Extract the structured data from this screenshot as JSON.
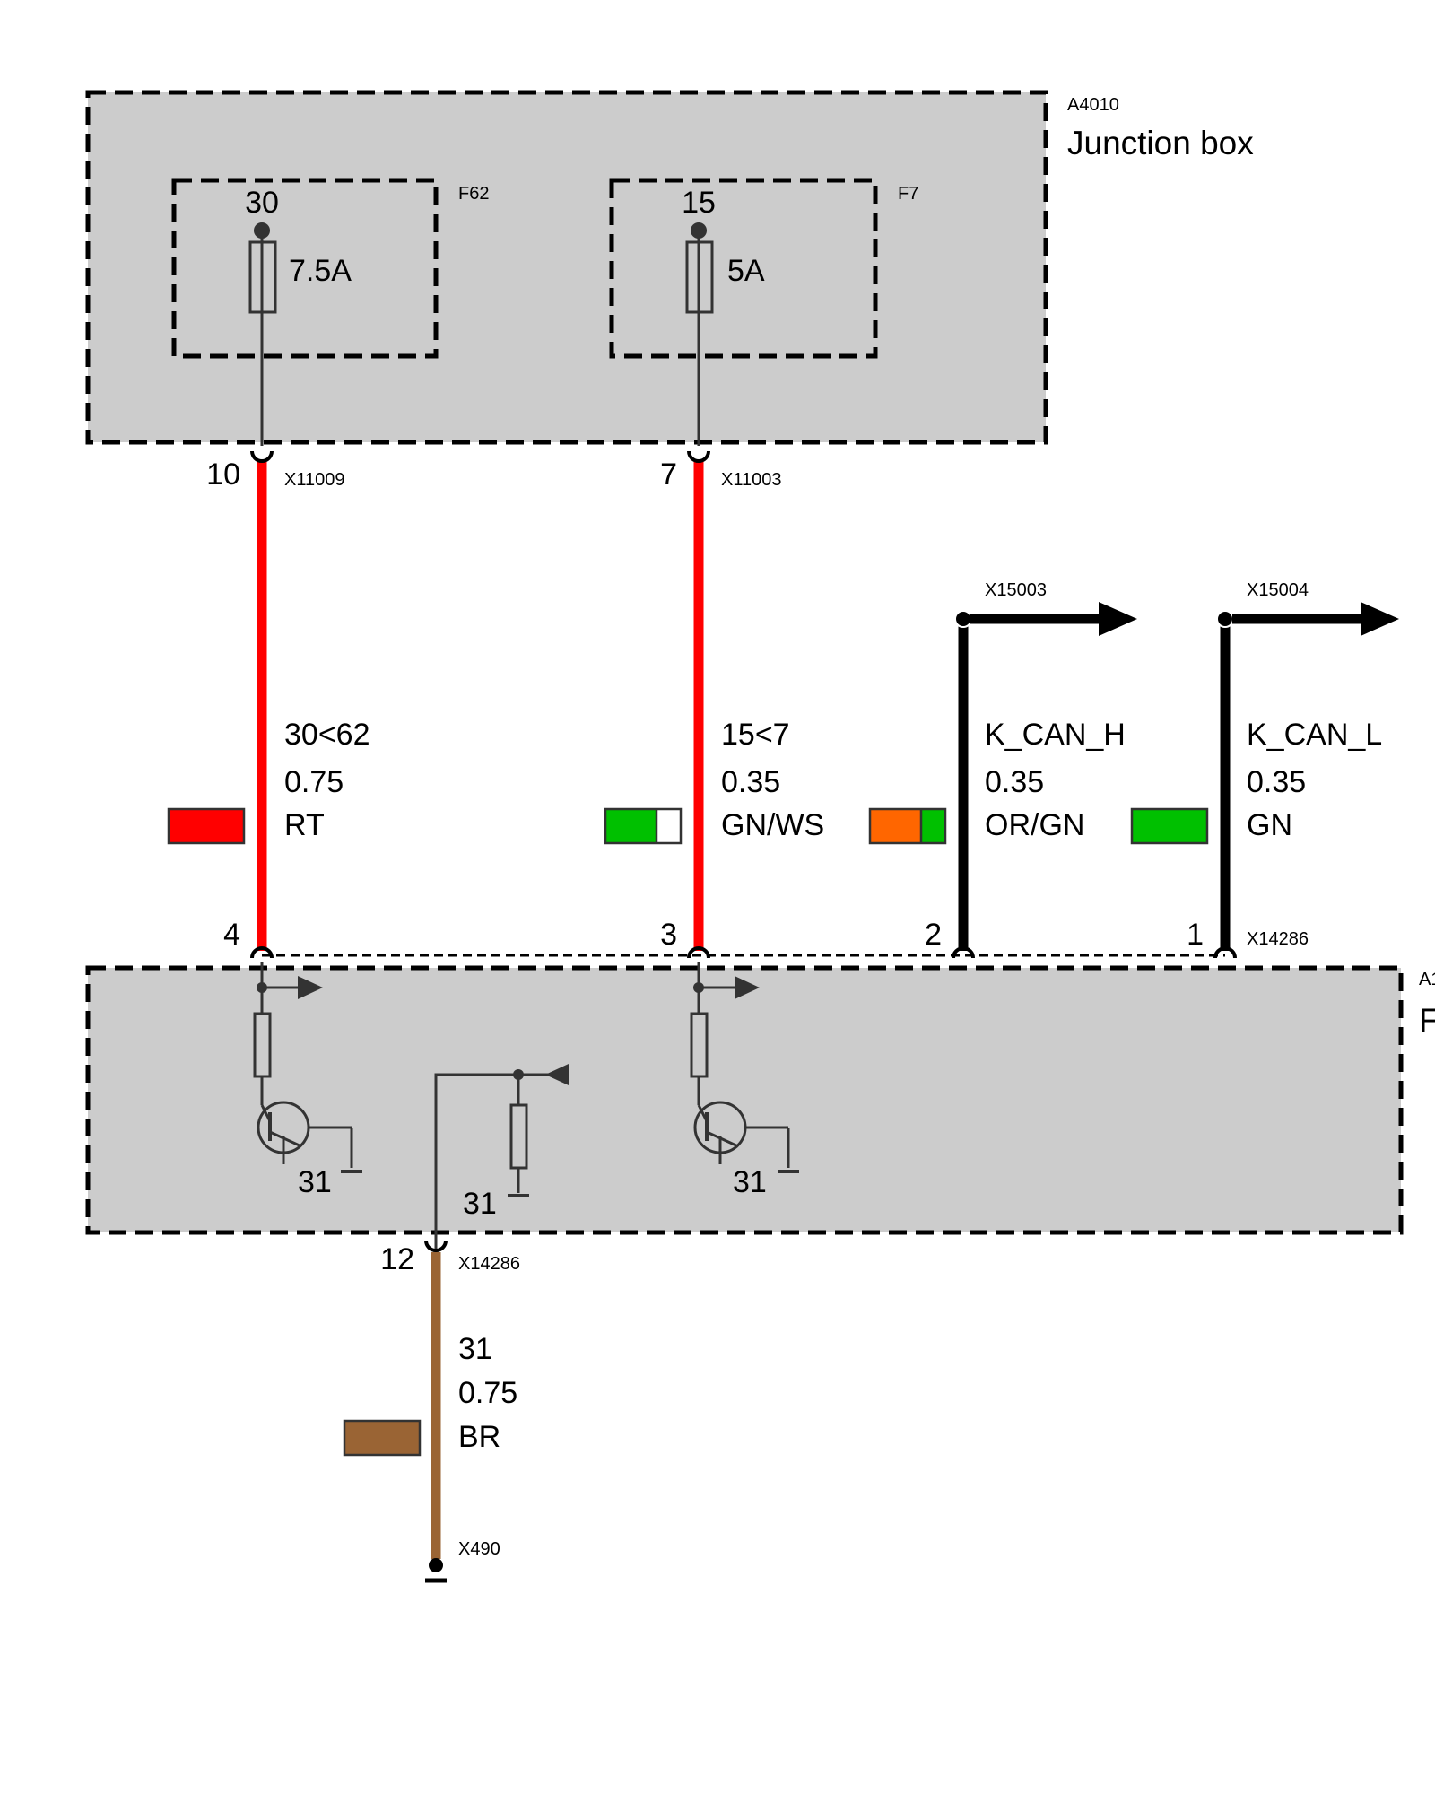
{
  "junction_box": {
    "id": "A4010",
    "name": "Junction box",
    "fuses": [
      {
        "id": "F62",
        "terminal": "30",
        "rating": "7.5A"
      },
      {
        "id": "F7",
        "terminal": "15",
        "rating": "5A"
      }
    ],
    "pins": [
      {
        "pin": "10",
        "connector": "X11009"
      },
      {
        "pin": "7",
        "connector": "X11003"
      }
    ]
  },
  "module": {
    "id": "A1",
    "name": "F",
    "connector": "X14286",
    "pins": [
      "4",
      "3",
      "2",
      "1"
    ],
    "ground_pin": {
      "pin": "12",
      "connector": "X14286"
    },
    "ground_labels": [
      "31",
      "31",
      "31"
    ]
  },
  "wires": [
    {
      "signal": "30<62",
      "gauge": "0.75",
      "color_code": "RT",
      "swatch": [
        "#ff0000"
      ],
      "wire_color": "#ff0000"
    },
    {
      "signal": "15<7",
      "gauge": "0.35",
      "color_code": "GN/WS",
      "swatch": [
        "#00c000",
        "#ffffff"
      ],
      "wire_color": "#ff0000"
    },
    {
      "signal": "K_CAN_H",
      "gauge": "0.35",
      "color_code": "OR/GN",
      "swatch": [
        "#ff6600",
        "#00c000"
      ],
      "wire_color": "#000000",
      "connector": "X15003"
    },
    {
      "signal": "K_CAN_L",
      "gauge": "0.35",
      "color_code": "GN",
      "swatch": [
        "#00c000"
      ],
      "wire_color": "#000000",
      "connector": "X15004"
    }
  ],
  "ground_wire": {
    "signal": "31",
    "gauge": "0.75",
    "color_code": "BR",
    "swatch": [
      "#9a6434"
    ],
    "wire_color": "#9a6434",
    "ground_point": "X490"
  }
}
